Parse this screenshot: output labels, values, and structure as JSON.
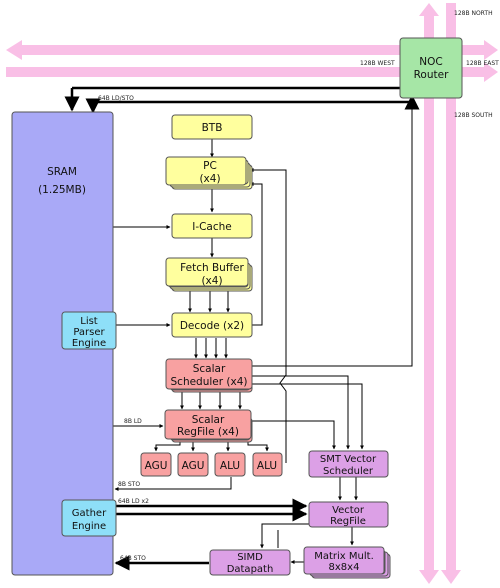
{
  "colors": {
    "noc_link": "#f9bfe6",
    "sram": "#a9a9f7",
    "frontend": "#ffff9e",
    "scalar": "#f8a1a1",
    "vector": "#dca0e6",
    "helper": "#8edff8",
    "noc_router": "#a6e6a6"
  },
  "noc": {
    "router": [
      "NOC",
      "Router"
    ],
    "north": "128B NORTH",
    "east": "128B EAST",
    "west": "128B WEST",
    "south": "128B SOUTH"
  },
  "sram": {
    "title": "SRAM",
    "size": "(1.25MB)",
    "list_parser": [
      "List",
      "Parser",
      "Engine"
    ],
    "gather": [
      "Gather",
      "Engine"
    ]
  },
  "frontend": {
    "btb": "BTB",
    "pc": [
      "PC",
      "(x4)"
    ],
    "icache": "I-Cache",
    "fetch_buffer": [
      "Fetch Buffer",
      "(x4)"
    ],
    "decode": "Decode (x2)"
  },
  "scalar": {
    "scheduler": [
      "Scalar",
      "Scheduler (x4)"
    ],
    "regfile": [
      "Scalar",
      "RegFile (x4)"
    ],
    "units": [
      "AGU",
      "AGU",
      "ALU",
      "ALU"
    ]
  },
  "vector": {
    "scheduler": [
      "SMT Vector",
      "Scheduler"
    ],
    "regfile": [
      "Vector",
      "RegFile"
    ],
    "simd": [
      "SIMD",
      "Datapath"
    ],
    "matrix": [
      "Matrix Mult.",
      "8x8x4"
    ]
  },
  "links": {
    "ld_sto_64": "64B LD/STO",
    "ld_8": "8B LD",
    "sto_8": "8B STO",
    "ld_64_x2": "64B LD x2",
    "sto_64": "64B STO"
  }
}
